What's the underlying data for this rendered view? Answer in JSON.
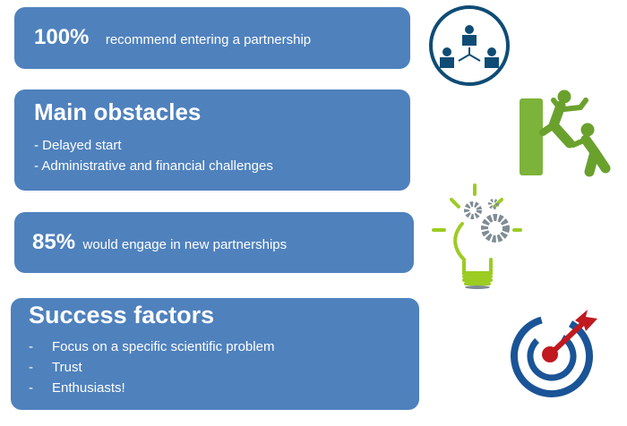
{
  "box1": {
    "stat": "100%",
    "text": "recommend entering a partnership"
  },
  "box2": {
    "title": "Main obstacles",
    "items": [
      "Delayed start",
      "Administrative and financial challenges"
    ]
  },
  "box3": {
    "stat": "85%",
    "text": "would engage in new partnerships"
  },
  "box4": {
    "title": "Success factors",
    "items": [
      "Focus on a specific scientific problem",
      "Trust",
      "Enthusiasts!"
    ]
  },
  "colors": {
    "box": "#4f81bd",
    "navy": "#0f4c75",
    "green": "#7cb33a",
    "red": "#c0191f",
    "gear": "#7f8c93"
  }
}
